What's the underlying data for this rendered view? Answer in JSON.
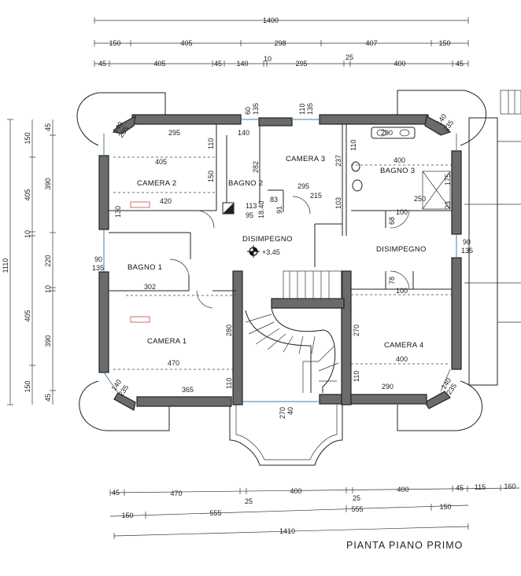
{
  "title": "PIANTA PIANO PRIMO",
  "rooms": {
    "camera2": "CAMERA 2",
    "bagno2": "BAGNO 2",
    "camera3": "CAMERA 3",
    "bagno3": "BAGNO 3",
    "bagno1": "BAGNO 1",
    "disimpegno_left": "DISIMPEGNO",
    "disimpegno_right": "DISIMPEGNO",
    "camera1": "CAMERA 1",
    "camera4": "CAMERA 4"
  },
  "level": "+3.45",
  "top_dims": {
    "total": "1400",
    "row2": [
      "150",
      "405",
      "298",
      "407",
      "150"
    ],
    "row3": [
      "45",
      "405",
      "45",
      "140",
      "10",
      "295",
      "25",
      "400",
      "45"
    ]
  },
  "bottom_dims": {
    "row1": [
      "45",
      "470",
      "25",
      "400",
      "25",
      "400",
      "45",
      "115",
      "160"
    ],
    "row2": [
      "150",
      "555",
      "555",
      "150"
    ],
    "total": "1410"
  },
  "left_dims": {
    "total": "1110",
    "outer": [
      "150",
      "405",
      "10",
      "405",
      "150"
    ],
    "inner": [
      "45",
      "390",
      "220",
      "10",
      "390",
      "45"
    ]
  },
  "interior_dims": {
    "c2_top": "295",
    "c2_w": "405",
    "c2_mid": "420",
    "c2_h": "130",
    "c2_side": "110",
    "c2_150": "150",
    "b2_w": "140",
    "b2_h": "282",
    "b2_a": "113",
    "b2_b": "95",
    "b2_c": "18.40",
    "b2_d": "83",
    "b2_e": "91",
    "c3_top": "110",
    "c3_w": "295",
    "c3_side": "237",
    "c3_b": "215",
    "c3_c": "103",
    "b3_top": "290",
    "b3_side": "110",
    "b3_w": "400",
    "b3_h": "175",
    "b3_shower": "250",
    "b3_a": "23",
    "b3_b": "100",
    "b3_c": "68",
    "top_gap_a": "60",
    "top_gap_b": "135",
    "top_gap_c": "110",
    "top_gap_d": "135",
    "corner_tl_a": "140",
    "corner_tl_b": "235",
    "corner_tr_a": "140",
    "corner_tr_b": "235",
    "b1_a": "90",
    "b1_b": "135",
    "b1_w": "302",
    "dr_a": "90",
    "dr_b": "135",
    "dr_c": "78",
    "dr_d": "100",
    "c1_h": "280",
    "c1_w": "470",
    "c1_side": "110",
    "c1_bot": "365",
    "corner_bl_a": "140",
    "corner_bl_b": "235",
    "corner_br_a": "140",
    "corner_br_b": "235",
    "c4_h": "270",
    "c4_w": "400",
    "c4_side": "110",
    "c4_bot": "290",
    "stair_a": "270",
    "stair_b": "40"
  }
}
